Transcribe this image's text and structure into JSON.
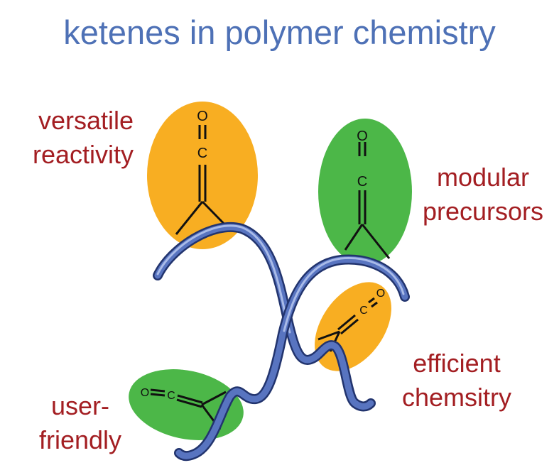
{
  "title": "ketenes in polymer chemistry",
  "labels": {
    "versatile": [
      "versatile",
      "reactivity"
    ],
    "modular": [
      "modular",
      "precursors"
    ],
    "efficient": [
      "efficient",
      "chemsitry"
    ],
    "userfriendly": [
      "user-",
      "friendly"
    ]
  },
  "atoms": {
    "oxygen": "O",
    "carbon": "C"
  },
  "colors": {
    "title": "#4e71b6",
    "label": "#a31e22",
    "orange": "#f8ae22",
    "green": "#4cb748",
    "polymer": "#4a65b0"
  }
}
